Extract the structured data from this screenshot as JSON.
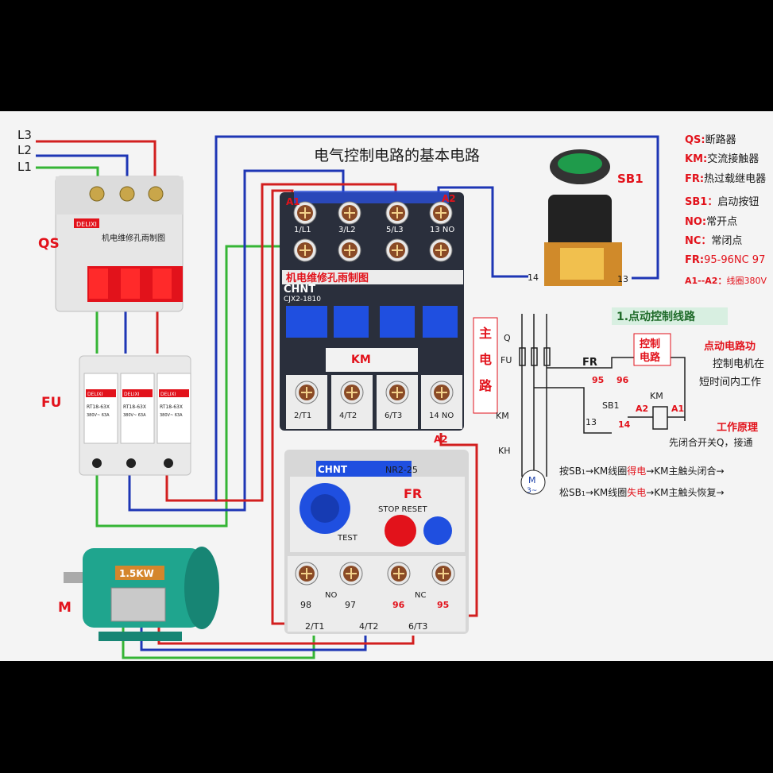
{
  "title": "电气控制电路的基本电路",
  "mains": {
    "l3": "L3",
    "l2": "L2",
    "l1": "L1"
  },
  "qs": {
    "label": "QS",
    "brand": "DELIXI",
    "watermark_text": "机电维修孔雨制图"
  },
  "fu": {
    "label": "FU",
    "fuse_brand": "DELIXI",
    "fuse_model": "RT18-63X",
    "fuse_rating": "380V~ 63A"
  },
  "contactor": {
    "a1": "A1",
    "a2_top": "A2",
    "a2_bottom": "A2",
    "top_terminals": [
      "1/L1",
      "3/L2",
      "5/L3",
      "13 NO"
    ],
    "bottom_terminals": [
      "2/T1",
      "4/T2",
      "6/T3",
      "14 NO"
    ],
    "brand": "CHNT",
    "model": "CJX2-1810",
    "red_strip": "机电维修孔雨制图",
    "km_label": "KM"
  },
  "relay": {
    "brand": "CHNT",
    "model": "NR2-25",
    "fr_label": "FR",
    "stop_reset": "STOP  RESET",
    "test": "TEST",
    "contact_labels": [
      "NO",
      "NC"
    ],
    "terminal_numbers": [
      "98",
      "97",
      "96",
      "95"
    ],
    "bottom_terminals": [
      "2/T1",
      "4/T2",
      "6/T3"
    ]
  },
  "motor": {
    "label": "M",
    "power": "1.5KW"
  },
  "sb1": {
    "label": "SB1",
    "terminal_left": "14",
    "terminal_right": "13"
  },
  "legend": {
    "items": [
      {
        "key": "QS:",
        "value": "断路器"
      },
      {
        "key": "KM:",
        "value": "交流接触器"
      },
      {
        "key": "FR:",
        "value": "热过载继电器"
      },
      {
        "key": "SB1：",
        "value": "启动按钮"
      },
      {
        "key": "NO:",
        "value": "常开点"
      },
      {
        "key": "NC：",
        "value": "常闭点"
      },
      {
        "key": "FR:",
        "value": "95-96NC  97"
      },
      {
        "key": "A1--A2：",
        "value": "线圈380V"
      }
    ]
  },
  "schematic": {
    "heading": "1.点动控制线路",
    "main_circuit": [
      "主",
      "电",
      "路"
    ],
    "control_circuit": [
      "控制",
      "电路"
    ],
    "labels": {
      "q": "Q",
      "fu": "FU",
      "km": "KM",
      "kh": "KH",
      "fr": "FR",
      "fr_95": "95",
      "fr_96": "96",
      "sb1": "SB1",
      "sb1_13": "13",
      "sb1_14": "14",
      "coil_km": "KM",
      "coil_a2": "A2",
      "coil_a1": "A1",
      "motor": "M",
      "motor_phase": "3~"
    }
  },
  "explanation": {
    "intro_title": "点动电路功",
    "intro_lines": [
      "控制电机在",
      "短时间内工作"
    ],
    "principle_title": "工作原理",
    "principle_line": "先闭合开关Q，接通",
    "press_prefix": "按SB",
    "press_seq": "→KM线圈",
    "press_state": "得电",
    "press_result": "→KM主触头闭合→",
    "release_prefix": "松SB",
    "release_seq": "→KM线圈",
    "release_state": "失电",
    "release_result": "→KM主触头恢复→"
  },
  "colors": {
    "wire_red": "#d21f1f",
    "wire_blue": "#1e36b5",
    "wire_green": "#35b535",
    "accent_red": "#e2121b",
    "contactor_blue": "#1f4fe0"
  }
}
